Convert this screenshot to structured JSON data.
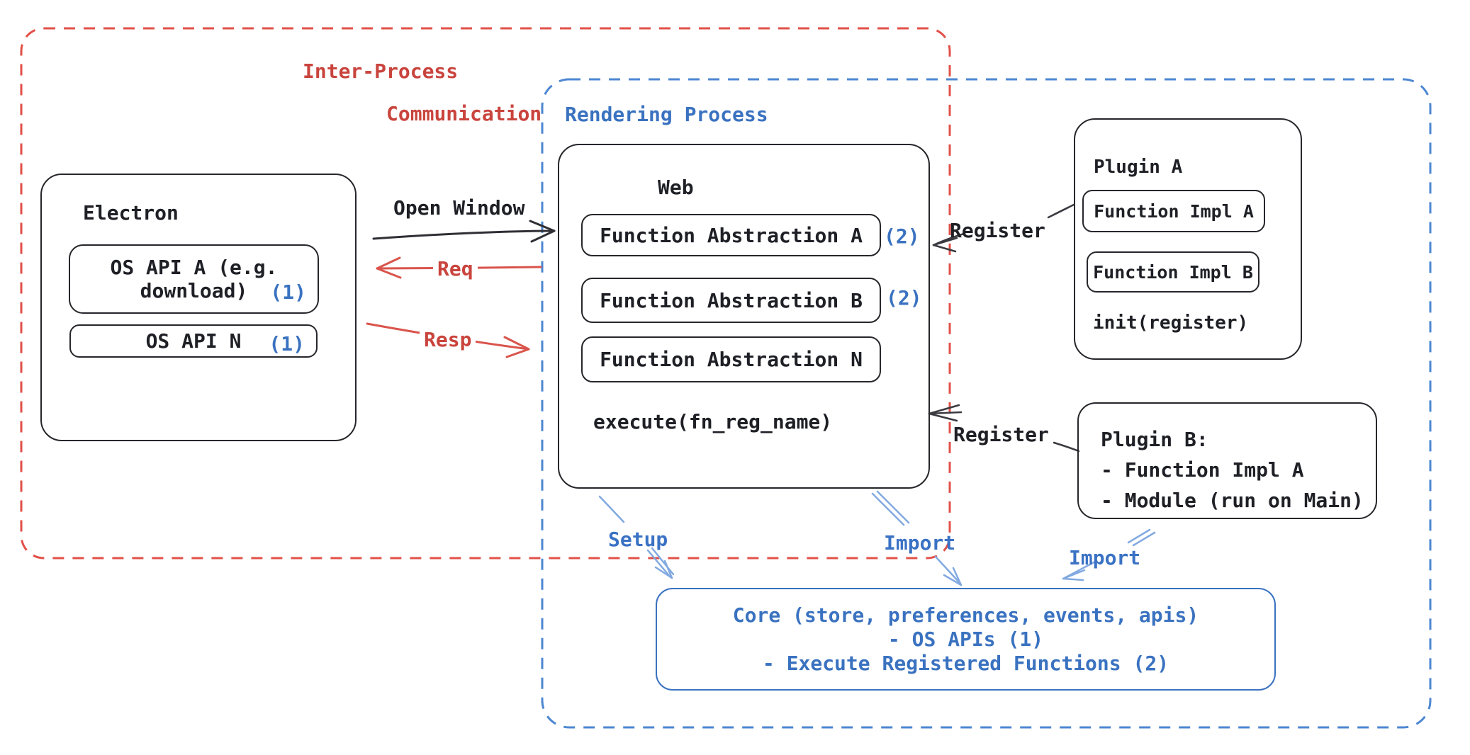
{
  "regions": {
    "ipc": {
      "label_line1": "Inter-Process",
      "label_line2": "Communication"
    },
    "rendering": {
      "label": "Rendering Process"
    }
  },
  "electron": {
    "title": "Electron",
    "os_api_a_line1": "OS API A (e.g.",
    "os_api_a_line2": "download)",
    "os_api_a_ref": "(1)",
    "os_api_n": "OS API N",
    "os_api_n_ref": "(1)"
  },
  "web": {
    "title": "Web",
    "fn_abstraction_a": "Function Abstraction A",
    "fn_abstraction_a_ref": "(2)",
    "fn_abstraction_b": "Function Abstraction B",
    "fn_abstraction_b_ref": "(2)",
    "fn_abstraction_n": "Function Abstraction N",
    "execute_label": "execute(fn_reg_name)"
  },
  "plugin_a": {
    "title": "Plugin A",
    "impl_a": "Function Impl A",
    "impl_b": "Function Impl B",
    "init_label": "init(register)"
  },
  "plugin_b": {
    "line1": "Plugin B:",
    "line2": "- Function Impl A",
    "line3": "- Module (run on Main)"
  },
  "core": {
    "line1": "Core (store, preferences, events, apis)",
    "line2": "- OS APIs (1)",
    "line3": "- Execute Registered Functions (2)"
  },
  "arrows": {
    "open_window": "Open Window",
    "req": "Req",
    "resp": "Resp",
    "register_a": "Register",
    "register_b": "Register",
    "setup": "Setup",
    "import_web": "Import",
    "import_plugin": "Import"
  },
  "colors": {
    "black_stroke": "#26262b",
    "red_border": "#e25048",
    "red_text": "#c9443d",
    "red_arrow": "#d9544c",
    "blue_border": "#4d87d2",
    "blue_text": "#3a72c0",
    "light_blue_arrow": "#82a9e0",
    "background": "#ffffff"
  }
}
